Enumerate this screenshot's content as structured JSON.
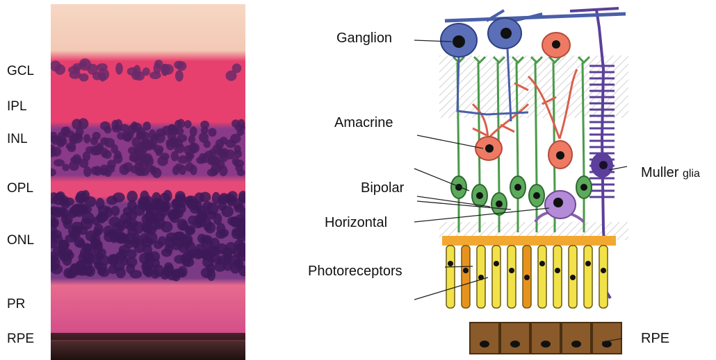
{
  "layer_labels": [
    "GCL",
    "IPL",
    "INL",
    "OPL",
    "ONL",
    "PR",
    "RPE"
  ],
  "cell_labels": {
    "ganglion": "Ganglion",
    "amacrine": "Amacrine",
    "bipolar": "Bipolar",
    "horizontal": "Horizontal",
    "photoreceptors": "Photoreceptors",
    "muller": "Muller",
    "muller_suffix": "glia",
    "rpe": "RPE"
  },
  "colors": {
    "ganglion": "#4a5fa8",
    "amacrine": "#e8735f",
    "bipolar": "#3f8a3f",
    "horizontal": "#9b6fc0",
    "muller": "#5b3f9a",
    "cone": "#e8921e",
    "rod": "#f2e24a",
    "rpe": "#8a5a2b",
    "tissue_pink": "#e8406e",
    "nuclei_purple": "#5a2a6e"
  }
}
